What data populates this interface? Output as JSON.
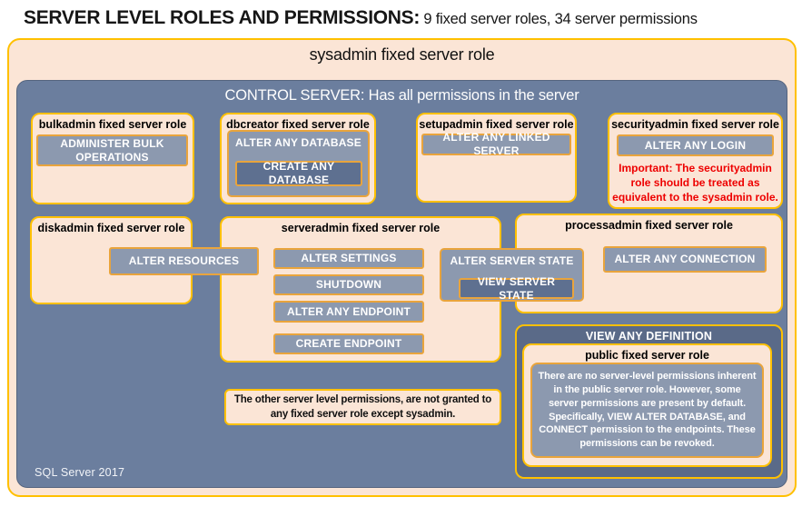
{
  "page": {
    "title_main": "SERVER LEVEL ROLES AND PERMISSIONS:",
    "title_sub": " 9 fixed server roles, 34 server permissions",
    "footer": "SQL Server 2017"
  },
  "sysadmin": {
    "title": "sysadmin fixed server role"
  },
  "control": {
    "title": "CONTROL SERVER: Has all permissions in the server"
  },
  "roles": {
    "bulkadmin": {
      "title": "bulkadmin fixed server role",
      "permissions": [
        "ADMINISTER BULK OPERATIONS"
      ]
    },
    "dbcreator": {
      "title": "dbcreator fixed server role",
      "outer_permission": "ALTER ANY DATABASE",
      "nested_permission": "CREATE ANY DATABASE"
    },
    "setupadmin": {
      "title": "setupadmin fixed server role",
      "permissions": [
        "ALTER ANY LINKED SERVER"
      ]
    },
    "securityadmin": {
      "title": "securityadmin fixed server role",
      "permissions": [
        "ALTER ANY LOGIN"
      ],
      "warning": "Important: The securityadmin role should be treated as equivalent to the sysadmin role."
    },
    "diskadmin": {
      "title": "diskadmin fixed server role",
      "permissions": [
        "ALTER RESOURCES"
      ]
    },
    "serveradmin": {
      "title": "serveradmin fixed server role",
      "permissions": [
        "ALTER SETTINGS",
        "SHUTDOWN",
        "ALTER ANY ENDPOINT",
        "CREATE ENDPOINT"
      ],
      "outer_permission": "ALTER SERVER STATE",
      "nested_permission": "VIEW SERVER STATE"
    },
    "processadmin": {
      "title": "processadmin fixed server role",
      "permissions": [
        "ALTER ANY CONNECTION"
      ]
    },
    "public": {
      "container_permission": "VIEW ANY DEFINITION",
      "title": "public fixed server role",
      "note": "There are no server-level permissions inherent in the public server role. However, some server permissions are present by default. Specifically, VIEW ALTER DATABASE, and CONNECT permission to the endpoints. These permissions can be revoked."
    }
  },
  "notes": {
    "other_permissions": "The other server level permissions, are not granted to any fixed server role except sysadmin."
  },
  "colors": {
    "peach": "#FBE5D6",
    "gold": "#FFC000",
    "gold-dim": "#E9A43C",
    "blue-bg": "#6B7E9E",
    "chip": "#8C99AF",
    "chip-dark": "#5E7090",
    "panel-dark": "#5A6A88",
    "warning-red": "#EE0000"
  }
}
